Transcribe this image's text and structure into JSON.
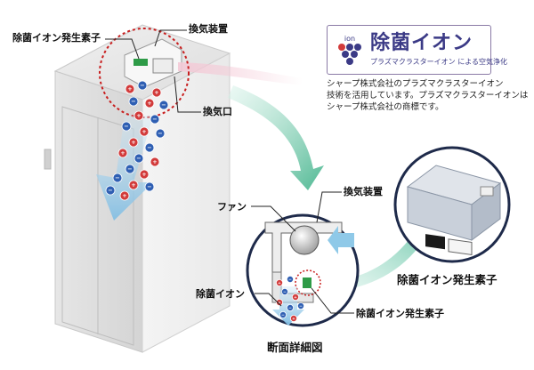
{
  "labels": {
    "element_top": "除菌イオン発生素子",
    "device_top": "換気装置",
    "vent": "換気口",
    "device_detail": "換気装置",
    "fan": "ファン",
    "ion_detail": "除菌イオン",
    "element_detail": "除菌イオン発生素子",
    "element_photo": "除菌イオン発生素子",
    "section_caption": "断面詳細図"
  },
  "logo": {
    "title": "除菌イオン",
    "subtitle": "プラズマクラスターイオン による空気浄化",
    "mark_text": "ion"
  },
  "description": [
    "シャープ株式会社のプラズマクラスターイオン",
    "技術を活用しています。プラズマクラスターイオンは",
    "シャープ株式会社の商標です。"
  ],
  "colors": {
    "positive_ion": "#d23b3b",
    "negative_ion": "#2f5fb3",
    "dashed_circle": "#c81e1e",
    "flow_arrow": "#8fc9e8",
    "callout_arrow": "#5fc2a0",
    "logo": "#3b3a86"
  }
}
